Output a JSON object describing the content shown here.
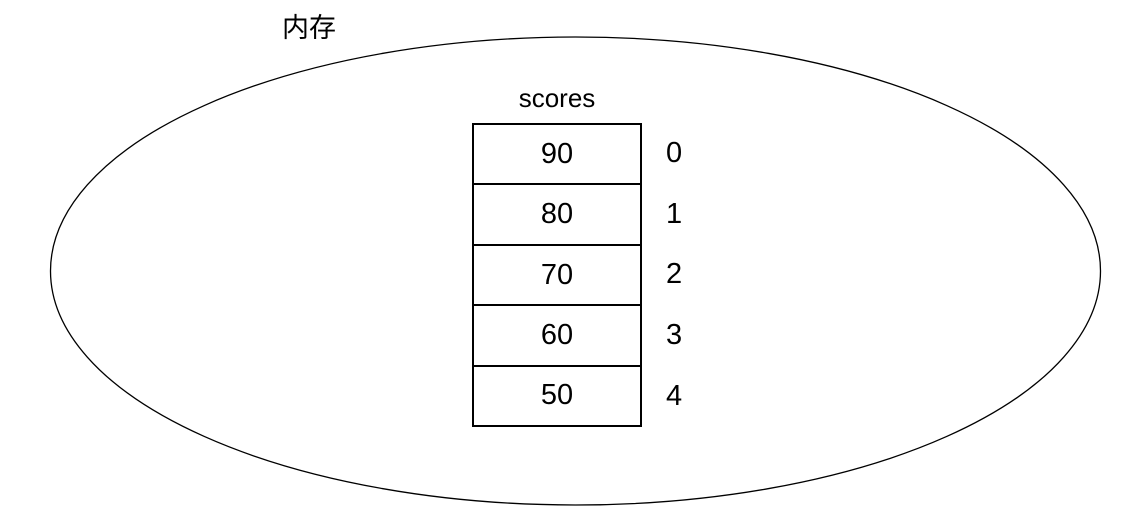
{
  "diagram": {
    "memory_label": "内存",
    "array": {
      "name": "scores",
      "cells": [
        {
          "value": "90",
          "index": "0"
        },
        {
          "value": "80",
          "index": "1"
        },
        {
          "value": "70",
          "index": "2"
        },
        {
          "value": "60",
          "index": "3"
        },
        {
          "value": "50",
          "index": "4"
        }
      ]
    },
    "colors": {
      "stroke": "#000000",
      "background": "#ffffff"
    }
  }
}
